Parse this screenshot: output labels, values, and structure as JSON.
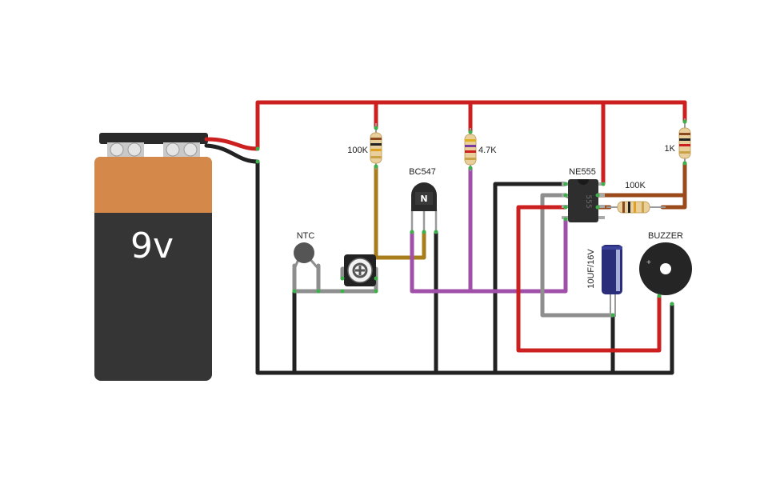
{
  "battery": {
    "label": "9v"
  },
  "labels": {
    "r1": "100K",
    "r2": "4.7K",
    "r3": "1K",
    "r4": "100K",
    "transistor": "BC547",
    "ic": "NE555",
    "ntc": "NTC",
    "capacitor": "10UF/16V",
    "buzzer": "BUZZER"
  },
  "chip_marking": "555",
  "transistor_mark": "N",
  "buzzer_polarity": "+",
  "colors": {
    "vcc_wire": "#cc2020",
    "gnd_wire": "#222222",
    "olive_wire": "#a87d1c",
    "purple_wire": "#a050a8",
    "gray_wire": "#8e8e8e",
    "brown_wire": "#9b4a1c",
    "battery_top": "#d4894b",
    "battery_body": "#333333",
    "node": "#3cb04a"
  }
}
